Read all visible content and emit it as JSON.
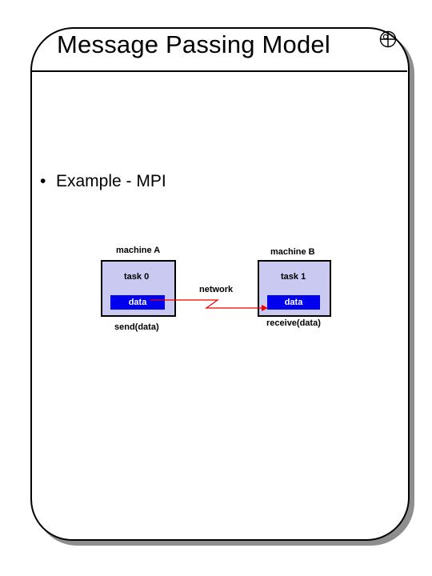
{
  "slide": {
    "title": "Message Passing Model",
    "bullet": "•",
    "bullet_text": "Example - MPI",
    "logo_icon": "circle-cross-logo"
  },
  "diagram": {
    "machine_a": {
      "label": "machine A",
      "task": "task 0",
      "data": "data",
      "call": "send(data)"
    },
    "machine_b": {
      "label": "machine B",
      "task": "task 1",
      "data": "data",
      "call": "receive(data)"
    },
    "link_label": "network",
    "colors": {
      "box_fill": "#c9c9f2",
      "data_fill": "#0000ee",
      "arrow": "#ee0000"
    }
  }
}
